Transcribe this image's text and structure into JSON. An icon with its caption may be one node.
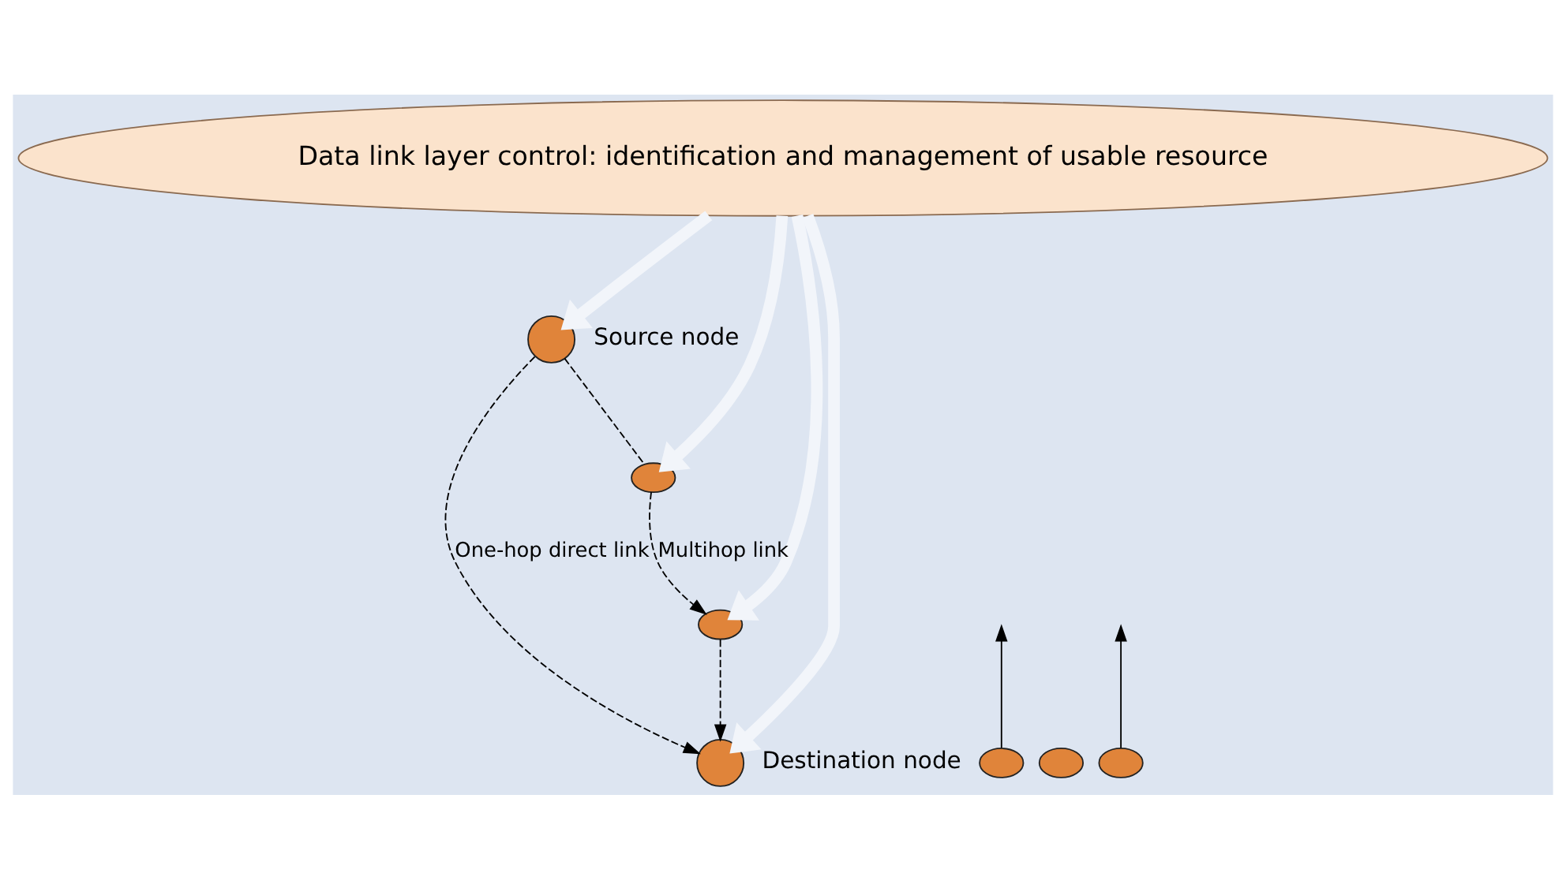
{
  "diagram": {
    "nodes": [
      {
        "text": [
          "Data link layer control: identification and management of usable resource"
        ]
      },
      {
        "text": [],
        "shape": "circle",
        "beside": [
          "Source node"
        ]
      },
      {
        "text": [],
        "shape": "circle"
      },
      {
        "text": [],
        "shape": "circle"
      },
      {
        "text": [],
        "shape": "circle",
        "beside": [
          "Destination node"
        ]
      },
      {
        "text": [],
        "shape": "circle"
      },
      {
        "text": [],
        "shape": "circle"
      },
      {
        "text": [],
        "shape": "circle"
      }
    ],
    "edges": [
      {
        "from": 0,
        "to": 1,
        "arrow": "to",
        "style": "thick",
        "color": "#f2f5fa"
      },
      {
        "from": 0,
        "to": 2,
        "arrow": "to",
        "style": "thick",
        "color": "#f2f5fa"
      },
      {
        "from": 0,
        "to": 3,
        "arrow": "to",
        "style": "thick",
        "color": "#f2f5fa"
      },
      {
        "from": 0,
        "to": 4,
        "arrow": "to",
        "style": "thick",
        "color": "#f2f5fa"
      },
      {
        "from": 1,
        "to": 2,
        "arrow": "none",
        "style": "dashed"
      },
      {
        "from": 2,
        "to": 3,
        "arrow": "to",
        "style": "dashed",
        "label": "Multihop link"
      },
      {
        "from": 3,
        "to": 4,
        "arrow": "to",
        "style": "dashed"
      },
      {
        "from": 1,
        "to": 4,
        "arrow": "to",
        "style": "dashed",
        "label": "One-hop direct link"
      },
      {
        "from": 5,
        "to": null,
        "arrow": "to"
      },
      {
        "from": 7,
        "to": null,
        "arrow": "to"
      }
    ]
  }
}
